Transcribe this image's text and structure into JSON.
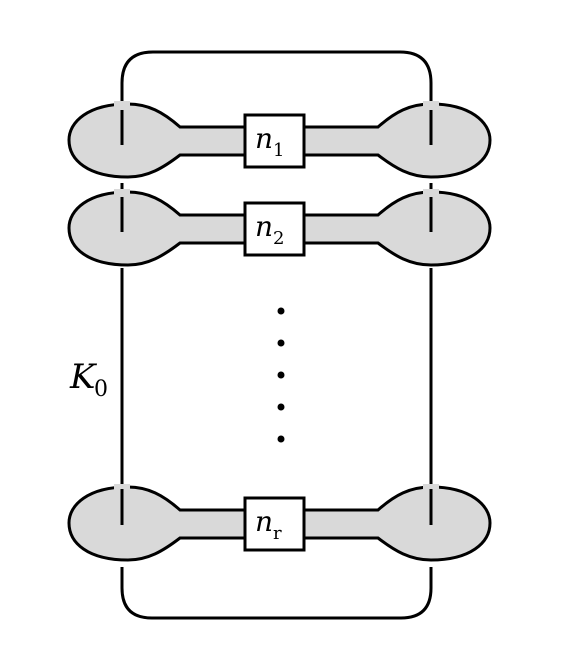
{
  "diagram": {
    "knot_label": {
      "main": "K",
      "sub": "0"
    },
    "boxes": [
      {
        "main": "n",
        "sub": "1"
      },
      {
        "main": "n",
        "sub": "2"
      },
      {
        "main": "n",
        "sub": "r"
      }
    ],
    "ellipsis": "⋮",
    "colors": {
      "band_fill": "#d9d9d9",
      "stroke": "#000000",
      "box_fill": "#ffffff",
      "background": "#ffffff"
    }
  }
}
